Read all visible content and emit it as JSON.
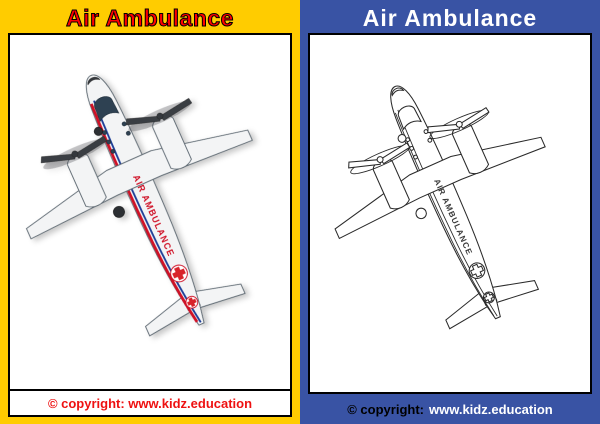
{
  "left": {
    "title": "Air Ambulance",
    "footer": "© copyright: www.kidz.education"
  },
  "right": {
    "title": "Air Ambulance",
    "footer_copyright": "© copyright:",
    "footer_site": "www.kidz.education"
  },
  "plane": {
    "label": "AIR AMBULANCE"
  },
  "colors": {
    "frame_yellow": "#FFCC00",
    "frame_blue": "#3953A4",
    "title_red": "#FF0000",
    "cross_red": "#D8232A"
  }
}
